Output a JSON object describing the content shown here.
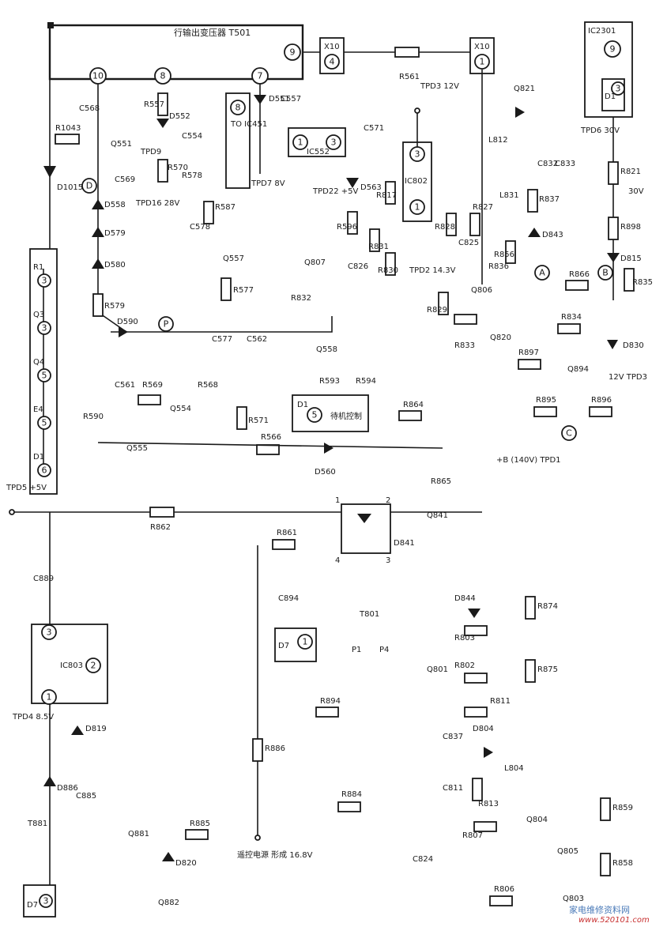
{
  "labels": {
    "t501": "行输出变压器 T501",
    "to_ic451": "TO IC451",
    "pin8": "8",
    "ic552": "IC552",
    "ic802": "IC802",
    "ic803": "IC803",
    "ic2301": "IC2301",
    "tpd3": "TPD3 12V",
    "tpd2": "TPD2 14.3V",
    "tpd6": "TPD6 30V",
    "tpd5": "TPD5 +5V",
    "tpd4": "TPD4 8.5V",
    "tpd7": "TPD7 8V",
    "tpd9": "TPD9",
    "tpd16": "TPD16 28V",
    "tpd22": "TPD22 +5V",
    "tpd1": "+B (140V) TPD1",
    "tpd3b": "12V TPD3",
    "v30": "30V",
    "standby": "待机控制",
    "remote": "遥控电源 形成 16.8V",
    "watermark_cn": "家电维修资料网",
    "watermark_url": "www.520101.com"
  },
  "parts": {
    "r1043": "R1043",
    "d1015": "D1015",
    "c568": "C568",
    "c569": "C569",
    "q551": "Q551",
    "r557": "R557",
    "d552": "D552",
    "c554": "C554",
    "r570": "R570",
    "r578": "R578",
    "r587": "R587",
    "c578": "C578",
    "q557": "Q557",
    "r577": "R577",
    "d558": "D558",
    "d579": "D579",
    "d580": "D580",
    "r579": "R579",
    "d590": "D590",
    "c577": "C577",
    "c562": "C562",
    "c561": "C561",
    "r569": "R569",
    "r568": "R568",
    "q554": "Q554",
    "r590": "R590",
    "q555": "Q555",
    "r571": "R571",
    "r566": "R566",
    "d560": "D560",
    "d551": "D551",
    "c557": "C557",
    "c571": "C571",
    "r561": "R561",
    "d563": "D563",
    "r596": "R596",
    "r817": "R817",
    "r831": "R831",
    "c826": "C826",
    "q807": "Q807",
    "r830": "R830",
    "r832": "R832",
    "q558": "Q558",
    "r593": "R593",
    "r594": "R594",
    "r864": "R864",
    "r865": "R865",
    "q841": "Q841",
    "r862": "R862",
    "d841": "D841",
    "r861": "R861",
    "c894": "C894",
    "c889": "C889",
    "q821": "Q821",
    "l812": "L812",
    "c832": "C832",
    "c833": "C833",
    "l831": "L831",
    "r837": "R837",
    "d843": "D843",
    "r856": "R856",
    "r828": "R828",
    "r827": "R827",
    "c825": "C825",
    "r836": "R836",
    "q806": "Q806",
    "r829": "R829",
    "r833": "R833",
    "q820": "Q820",
    "r866": "R866",
    "r834": "R834",
    "d830": "D830",
    "r897": "R897",
    "q894": "Q894",
    "r895": "R895",
    "r896": "R896",
    "r821": "R821",
    "r898": "R898",
    "d815": "D815",
    "r835": "R835",
    "t801": "T801",
    "q801": "Q801",
    "d844": "D844",
    "r803": "R803",
    "r802": "R802",
    "r811": "R811",
    "r874": "R874",
    "r875": "R875",
    "r894": "R894",
    "r886": "R886",
    "c837": "C837",
    "d804": "D804",
    "l804": "L804",
    "c811": "C811",
    "r813": "R813",
    "r884": "R884",
    "r807": "R807",
    "q804": "Q804",
    "r859": "R859",
    "q805": "Q805",
    "r858": "R858",
    "c824": "C824",
    "r806": "R806",
    "q803": "Q803",
    "d819": "D819",
    "d886": "D886",
    "c885": "C885",
    "t881": "T881",
    "q881": "Q881",
    "r885": "R885",
    "d820": "D820",
    "q882": "Q882"
  },
  "connector": {
    "pins": [
      {
        "name": "D1",
        "num": "6"
      },
      {
        "name": "E4",
        "num": "5"
      },
      {
        "name": "Q4",
        "num": "5"
      },
      {
        "name": "Q3",
        "num": "3"
      },
      {
        "name": "R1",
        "num": "3"
      }
    ]
  },
  "nodes": {
    "t10": "10",
    "t8": "8",
    "t7": "7",
    "t9": "9",
    "x10a": "X10",
    "x10a_pin": "4",
    "x10b": "X10",
    "x10b_pin": "1",
    "ic2301_pin": "9",
    "d1_ic": "D1",
    "d1_pin": "3",
    "ic552_1": "1",
    "ic552_3": "3",
    "ic802_3": "3",
    "ic802_1": "1",
    "ic803_3": "3",
    "ic803_2": "2",
    "ic803_1": "1",
    "d7a": "D7",
    "d7a_pin": "1",
    "d7b": "D7",
    "d7b_pin": "3",
    "d1_stb": "D1",
    "d1_stb_pin": "5",
    "P": "P",
    "D": "D",
    "A": "A",
    "B": "B",
    "C": "C",
    "opto_1": "1",
    "opto_2": "2",
    "opto_3": "3",
    "opto_4": "4",
    "p1": "P1",
    "p4": "P4"
  }
}
